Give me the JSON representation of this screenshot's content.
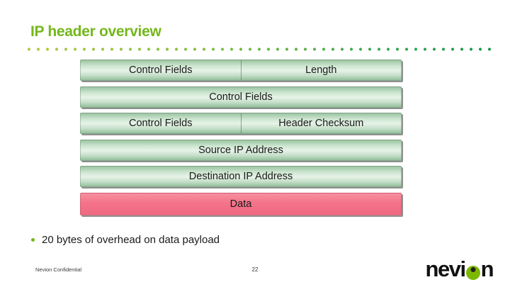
{
  "slide": {
    "title": "IP header overview",
    "bullet": "20 bytes of overhead on data payload",
    "footer": {
      "confidential": "Nevion Confidential",
      "page_number": "22"
    },
    "logo": {
      "text_before": "nevi",
      "text_after": "n"
    }
  },
  "diagram": {
    "rows": [
      {
        "type": "green",
        "cells": [
          {
            "label": "Control Fields"
          },
          {
            "label": "Length"
          }
        ]
      },
      {
        "type": "green",
        "cells": [
          {
            "label": "Control Fields"
          }
        ]
      },
      {
        "type": "green",
        "cells": [
          {
            "label": "Control Fields"
          },
          {
            "label": "Header Checksum"
          }
        ]
      },
      {
        "type": "green",
        "cells": [
          {
            "label": "Source IP Address"
          }
        ]
      },
      {
        "type": "green",
        "cells": [
          {
            "label": "Destination IP Address"
          }
        ]
      },
      {
        "type": "pink",
        "cells": [
          {
            "label": "Data"
          }
        ]
      }
    ]
  },
  "colors": {
    "title_green": "#74B71B",
    "dotted_line_start": "#AEC93F",
    "dotted_line_end": "#149549",
    "box_green_light": "#E7F3E8",
    "box_green_dark": "#9CC5A3",
    "data_pink": "#F4778B",
    "logo_green": "#7DB800",
    "text_dark": "#1A1A1A"
  }
}
